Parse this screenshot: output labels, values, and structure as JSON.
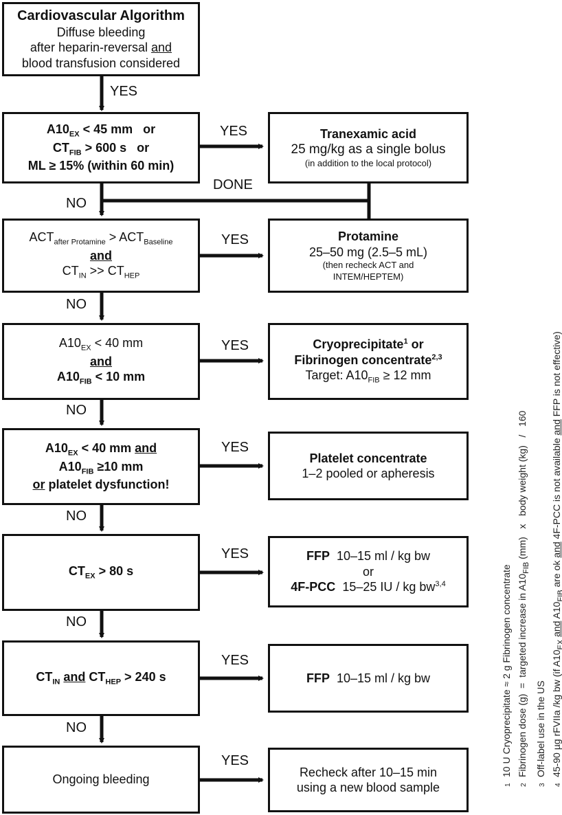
{
  "start": {
    "title": "Cardiovascular Algorithm",
    "l1": "Diffuse bleeding",
    "l2": "after heparin-reversal",
    "and": "and",
    "l3": "blood transfusion considered"
  },
  "labels": {
    "yes": "YES",
    "no": "NO",
    "done": "DONE"
  },
  "q1": {
    "a": "A10",
    "a_sub": "EX",
    "a_rest": " < 45 mm   or",
    "b": "CT",
    "b_sub": "FIB",
    "b_rest": " > 600 s   or",
    "c": "ML ≥ 15% (within 60 min)"
  },
  "r1": {
    "title": "Tranexamic acid",
    "l1": "25 mg/kg as a single bolus",
    "l2": "(in addition to the local protocol)"
  },
  "q2": {
    "a": "ACT",
    "a_sub": "after Protamine",
    "mid": " > ACT",
    "mid_sub": "Baseline",
    "and": "and",
    "b": "CT",
    "b_sub": "IN",
    "b_mid": " >> CT",
    "b_sub2": "HEP"
  },
  "r2": {
    "title": "Protamine",
    "l1": "25–50 mg (2.5–5 mL)",
    "l2": "(then recheck ACT and",
    "l3": "INTEM/HEPTEM)"
  },
  "q3": {
    "a": "A10",
    "a_sub": "EX",
    "a_rest": " < 40 mm",
    "and": "and",
    "b": "A10",
    "b_sub": "FIB",
    "b_rest": " < 10 mm"
  },
  "r3": {
    "l1": "Cryoprecipitate",
    "l1_sup": "1",
    "l1_rest": " or",
    "l2": "Fibrinogen concentrate",
    "l2_sup": "2,3",
    "l3": "Target: A10",
    "l3_sub": "FIB",
    "l3_rest": " ≥ 12 mm"
  },
  "q4": {
    "a": "A10",
    "a_sub": "EX",
    "a_rest": " < 40 mm ",
    "a_and": "and",
    "b": "A10",
    "b_sub": "FIB",
    "b_rest": " ≥10 mm",
    "c_or": "or",
    "c_rest": " platelet dysfunction!"
  },
  "r4": {
    "title": "Platelet concentrate",
    "l1": "1–2 pooled or apheresis"
  },
  "q5": {
    "a": "CT",
    "a_sub": "EX",
    "a_rest": " > 80 s"
  },
  "r5": {
    "l1a": "FFP",
    "l1b": "  10–15 ml / kg bw",
    "or": "or",
    "l2a": "4F-PCC",
    "l2b": "  15–25 IU / kg bw",
    "l2_sup": "3,4"
  },
  "q6": {
    "a": "CT",
    "a_sub": "IN",
    "and": "and",
    "b": "CT",
    "b_sub": "HEP",
    "b_rest": " > 240 s"
  },
  "r6": {
    "a": "FFP",
    "b": "  10–15 ml / kg bw"
  },
  "q7": {
    "text": "Ongoing bleeding"
  },
  "r7": {
    "l1": "Recheck after 10–15 min",
    "l2": "using a new blood sample"
  },
  "footnotes": [
    {
      "num": "1",
      "text": "10 U Cryoprecipitate ≈ 2 g Fibrinogen concentrate"
    },
    {
      "num": "2",
      "a": "Fibrinogen dose (g)  =  targeted increase in A10",
      "sub": "FIB",
      "b": " (mm)   x   body weight (kg)   /   160"
    },
    {
      "num": "3",
      "text": "Off-label use in the US"
    },
    {
      "num": "4",
      "a": "45-90 µg rFVIIa /kg bw (if A10",
      "sub1": "EX",
      "and1": "and",
      "b": " A10",
      "sub2": "FIB",
      "c": " are ok ",
      "and2": "and",
      "d": " 4F-PCC is not available ",
      "and3": "and",
      "e": " FFP is not effective)"
    }
  ]
}
